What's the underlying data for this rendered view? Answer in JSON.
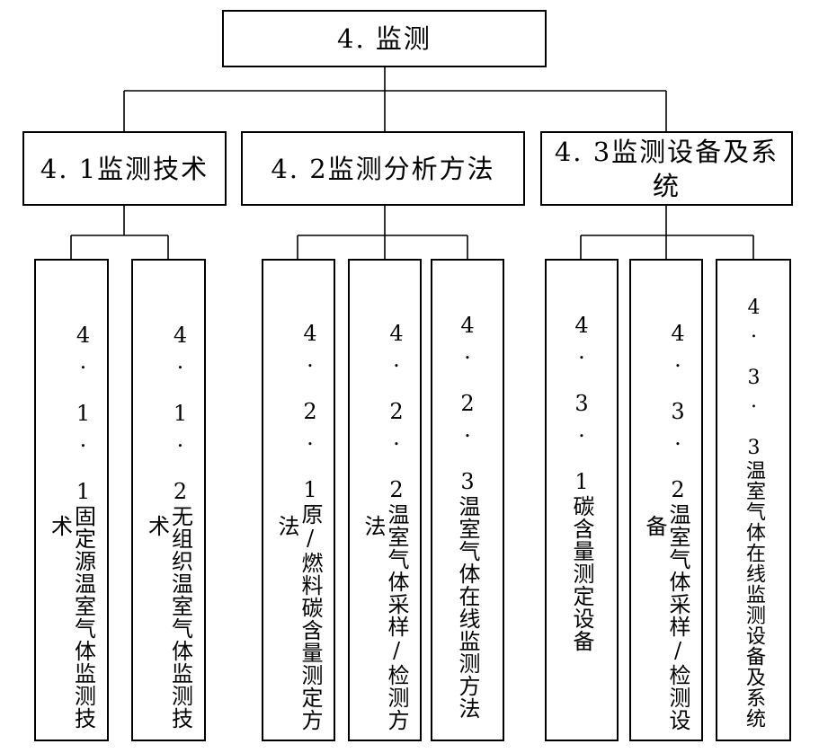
{
  "root": {
    "label": "4. 监测"
  },
  "branches": [
    {
      "label": "4. 1监测技术"
    },
    {
      "label": "4. 2监测分析方法"
    },
    {
      "label": "4. 3监测设备及系统"
    }
  ],
  "leaves": [
    {
      "label": "4. 1. 1固定源温室气体监测技术"
    },
    {
      "label": "4. 1. 2无组织温室气体监测技术"
    },
    {
      "label": "4. 2. 1原/燃料碳含量测定方法"
    },
    {
      "label": "4. 2. 2温室气体采样/检测方法"
    },
    {
      "label": "4. 2. 3温室气体在线监测方法"
    },
    {
      "label": "4. 3. 1碳含量测定设备"
    },
    {
      "label": "4. 3. 2温室气体采样/检测设备"
    },
    {
      "label": "4. 3. 3温室气体在线监测设备及系统"
    }
  ]
}
